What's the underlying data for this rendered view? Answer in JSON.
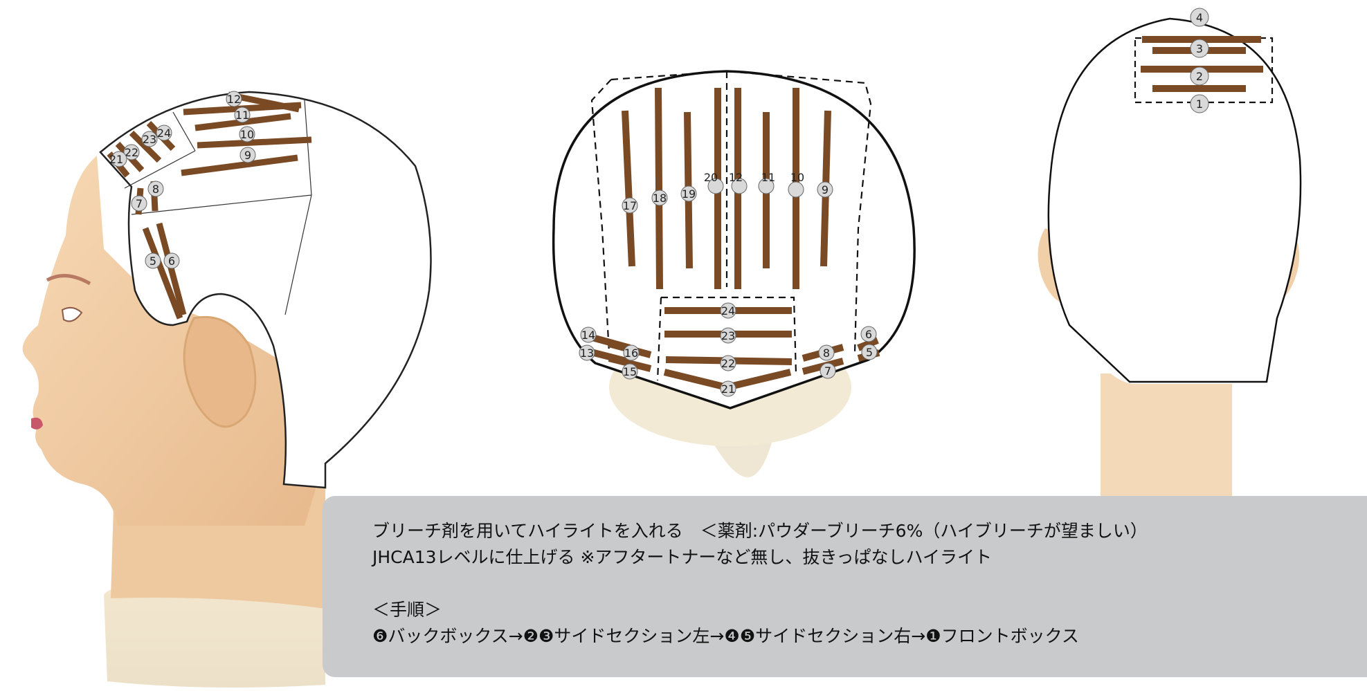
{
  "instructions": {
    "line1": "ブリーチ剤を用いてハイライトを入れる　＜薬剤:パウダーブリーチ6%（ハイブリーチが望ましい）",
    "line2": "JHCA13レベルに仕上げる ※アフタートナーなど無し、抜きっぱなしハイライト",
    "heading": "＜手順＞",
    "steps": "❻バックボックス→❷❸サイドセクション左→❹❺サイドセクション右→❶フロントボックス"
  },
  "side_view": {
    "labels": [
      "12",
      "11",
      "10",
      "9",
      "24",
      "23",
      "22",
      "21",
      "8",
      "7",
      "5",
      "6"
    ]
  },
  "top_view": {
    "labels": [
      "17",
      "18",
      "19",
      "20",
      "12",
      "11",
      "10",
      "9",
      "24",
      "23",
      "22",
      "21",
      "14",
      "13",
      "16",
      "15",
      "8",
      "7",
      "6",
      "5"
    ]
  },
  "back_view": {
    "labels": [
      "4",
      "3",
      "2",
      "1"
    ]
  },
  "colors": {
    "stripe": "#7a4a24",
    "marker": "#d9d9d9",
    "skin": "#f3cfa6",
    "panel": "#c8cacb"
  }
}
